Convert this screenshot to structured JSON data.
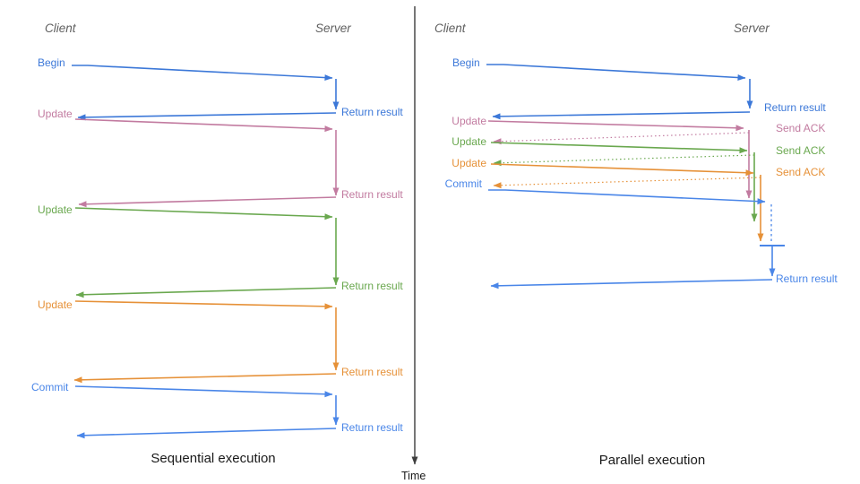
{
  "colors": {
    "blue": "#3c78d8",
    "blue2": "#4a86e8",
    "pink": "#c27ba0",
    "green": "#6aa84f",
    "orange": "#e69138",
    "axis": "#3d3d3d",
    "heading": "#5f5f5f",
    "caption": "#1a1a1a"
  },
  "time_axis": {
    "label": "Time"
  },
  "sequential": {
    "title": "Sequential execution",
    "heading_client": "Client",
    "heading_server": "Server",
    "steps": [
      {
        "request": "Begin",
        "response": "Return result"
      },
      {
        "request": "Update",
        "response": "Return result"
      },
      {
        "request": "Update",
        "response": "Return result"
      },
      {
        "request": "Update",
        "response": "Return result"
      },
      {
        "request": "Commit",
        "response": "Return result"
      }
    ]
  },
  "parallel": {
    "title": "Parallel execution",
    "heading_client": "Client",
    "heading_server": "Server",
    "steps": [
      {
        "request": "Begin",
        "response": "Return result"
      },
      {
        "request": "Update",
        "response": "Send ACK"
      },
      {
        "request": "Update",
        "response": "Send ACK"
      },
      {
        "request": "Update",
        "response": "Send ACK"
      },
      {
        "request": "Commit",
        "response": "Return result"
      }
    ]
  }
}
